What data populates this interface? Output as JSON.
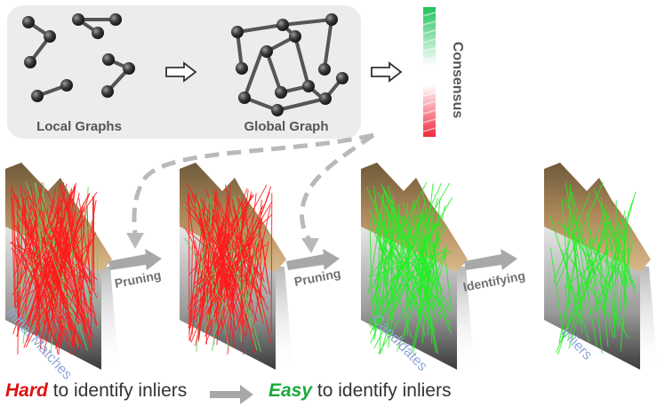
{
  "graph_panel": {
    "local_label": "Local Graphs",
    "global_label": "Global Graph",
    "consensus_label": "Consensus"
  },
  "stages": {
    "initial": "Initial Matches",
    "candidates": "Candidates",
    "inliers": "Inliers"
  },
  "steps": {
    "pruning_1": "Pruning",
    "pruning_2": "Pruning",
    "identifying": "Identifying"
  },
  "bottom": {
    "hard_keyword": "Hard",
    "hard_rest": " to identify inliers",
    "easy_keyword": "Easy",
    "easy_rest": " to identify inliers"
  },
  "colors": {
    "red_match": "#ff1a1a",
    "green_match": "#22ee22",
    "stage_label": "#8fa8d8",
    "arrow_gray": "#a8a8a8",
    "panel_bg": "#ececec",
    "hard": "#e01010",
    "easy": "#1aaa3a"
  }
}
